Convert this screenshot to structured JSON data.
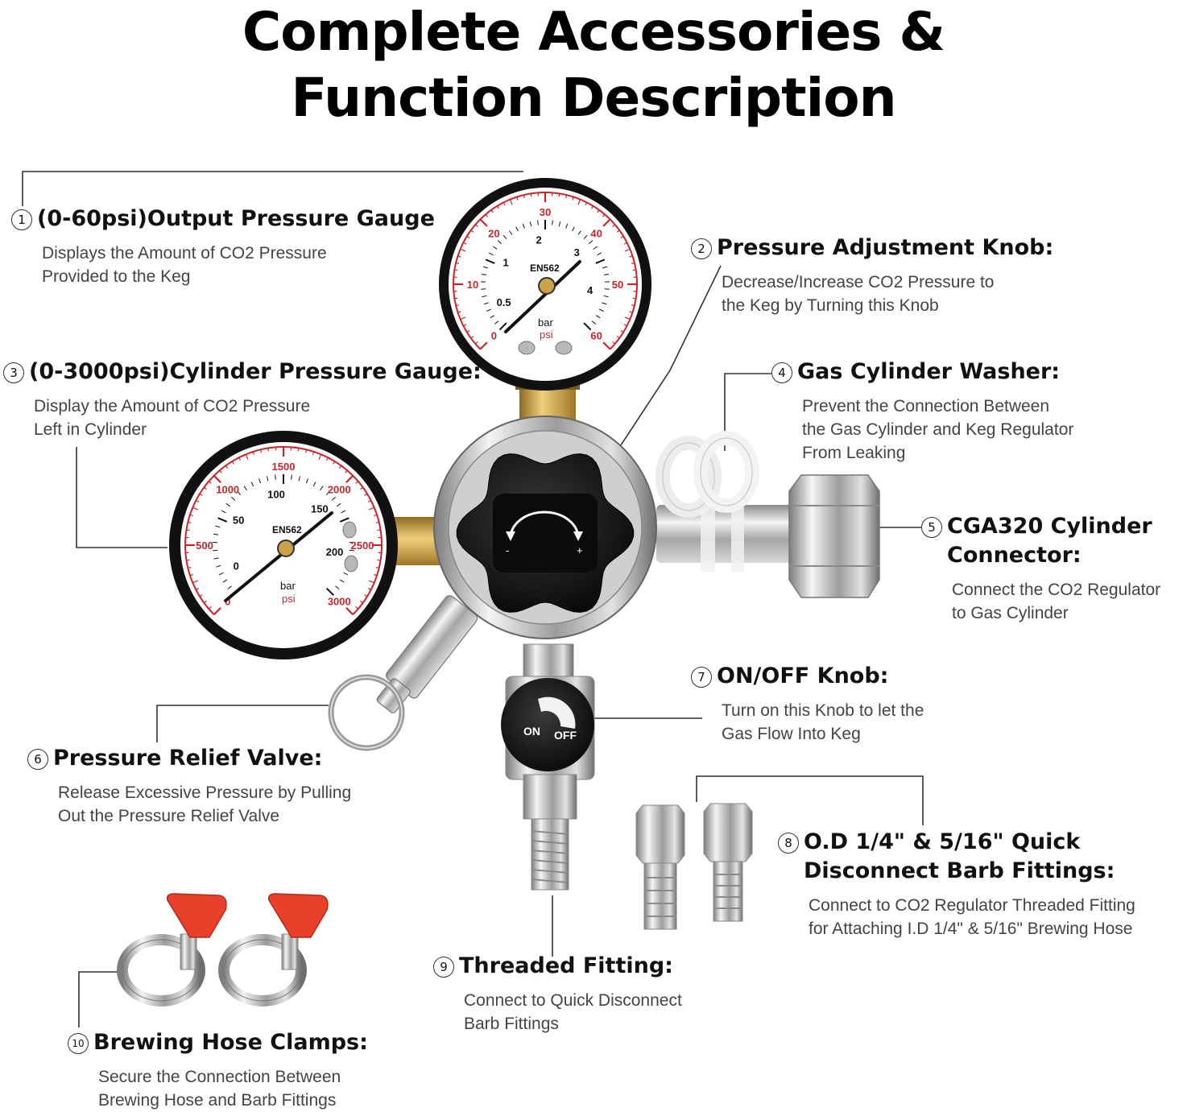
{
  "title": {
    "line1": "Complete Accessories &",
    "line2": "Function Description"
  },
  "callouts": [
    {
      "id": "output-pressure-gauge",
      "number": "1",
      "heading": [
        "(0-60psi)Output Pressure Gauge"
      ],
      "description": [
        "Displays the Amount of CO2 Pressure",
        "Provided to the Keg"
      ]
    },
    {
      "id": "pressure-adjustment-knob",
      "number": "2",
      "heading": [
        "Pressure Adjustment Knob:"
      ],
      "description": [
        "Decrease/Increase CO2 Pressure to",
        "the Keg by Turning this Knob"
      ]
    },
    {
      "id": "cylinder-pressure-gauge",
      "number": "3",
      "heading": [
        "(0-3000psi)Cylinder Pressure Gauge:"
      ],
      "description": [
        "Display the Amount of CO2 Pressure",
        "Left in Cylinder"
      ]
    },
    {
      "id": "gas-cylinder-washer",
      "number": "4",
      "heading": [
        "Gas Cylinder Washer:"
      ],
      "description": [
        "Prevent the Connection Between",
        "the Gas Cylinder and Keg Regulator",
        "From Leaking"
      ]
    },
    {
      "id": "cga320-cylinder-connector",
      "number": "5",
      "heading": [
        "CGA320 Cylinder",
        "Connector:"
      ],
      "description": [
        "Connect the CO2 Regulator",
        "to Gas Cylinder"
      ]
    },
    {
      "id": "pressure-relief-valve",
      "number": "6",
      "heading": [
        "Pressure Relief Valve:"
      ],
      "description": [
        "Release Excessive Pressure by Pulling",
        "Out the Pressure Relief Valve"
      ]
    },
    {
      "id": "on-off-knob",
      "number": "7",
      "heading": [
        "ON/OFF Knob:"
      ],
      "description": [
        "Turn on this Knob to let the",
        "Gas Flow Into Keg"
      ]
    },
    {
      "id": "barb-fittings",
      "number": "8",
      "heading": [
        "O.D 1/4\" & 5/16\" Quick",
        "Disconnect Barb Fittings:"
      ],
      "description": [
        "Connect to CO2 Regulator Threaded Fitting",
        "for Attaching I.D 1/4\" & 5/16\" Brewing Hose"
      ]
    },
    {
      "id": "threaded-fitting",
      "number": "9",
      "heading": [
        "Threaded Fitting:"
      ],
      "description": [
        "Connect to Quick Disconnect",
        "Barb Fittings"
      ]
    },
    {
      "id": "brewing-hose-clamps",
      "number": "10",
      "heading": [
        "Brewing Hose Clamps:"
      ],
      "description": [
        "Secure the Connection Between",
        "Brewing Hose and Barb Fittings"
      ]
    }
  ],
  "output_gauge": {
    "psi_ticks": [
      "0",
      "10",
      "20",
      "30",
      "40",
      "50",
      "60"
    ],
    "bar_ticks": [
      "0.5",
      "1",
      "2",
      "3",
      "4"
    ],
    "brand": "EN562",
    "unit_bar": "bar",
    "unit_psi": "psi"
  },
  "cylinder_gauge": {
    "psi_ticks": [
      "0",
      "500",
      "1000",
      "1500",
      "2000",
      "2500",
      "3000"
    ],
    "bar_ticks": [
      "0",
      "50",
      "100",
      "150",
      "200"
    ],
    "brand": "EN562",
    "unit_bar": "bar",
    "unit_psi": "psi"
  },
  "valve_labels": {
    "on": "ON",
    "off": "OFF"
  },
  "knob_symbols": {
    "minus": "-",
    "plus": "+"
  },
  "colors": {
    "gauge_red": "#c8262c",
    "clamp_handle": "#e8402a",
    "brass": "#c9a24a",
    "bezel": "#111111"
  }
}
